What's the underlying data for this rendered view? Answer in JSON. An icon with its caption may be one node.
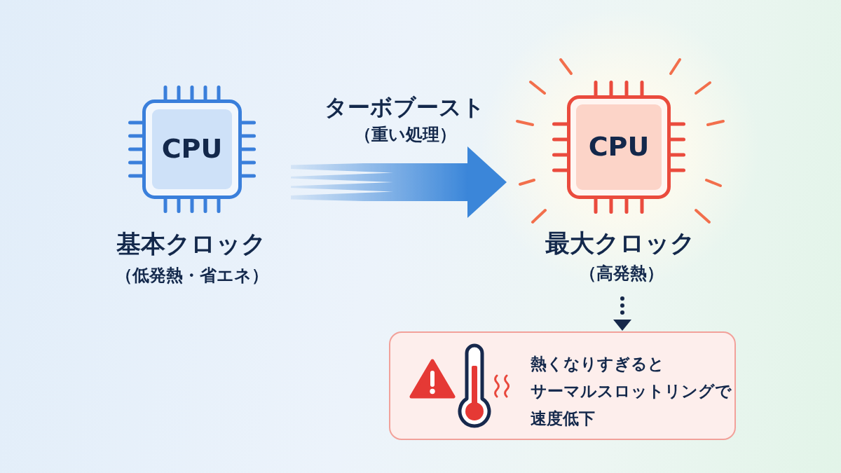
{
  "diagram": {
    "nodes": [
      {
        "text": [
          "CPU"
        ],
        "beside": [
          "基本クロック",
          "（低発熱・省エネ）"
        ]
      },
      {
        "text": [
          "CPU"
        ],
        "beside": [
          "最大クロック",
          "（高発熱）"
        ]
      },
      {
        "text": [
          "熱くなりすぎるとサーマルスロットリングで速度低下"
        ]
      }
    ],
    "edges": [
      {
        "from": 0,
        "to": 1,
        "arrow": "to",
        "label": "ターボブースト",
        "style": "thick",
        "color": "#3b86d9"
      },
      {
        "from": 1,
        "to": 2,
        "arrow": "to",
        "style": "dashed",
        "color": "#16284a"
      }
    ],
    "labels": [
      "（重い処理）"
    ]
  }
}
